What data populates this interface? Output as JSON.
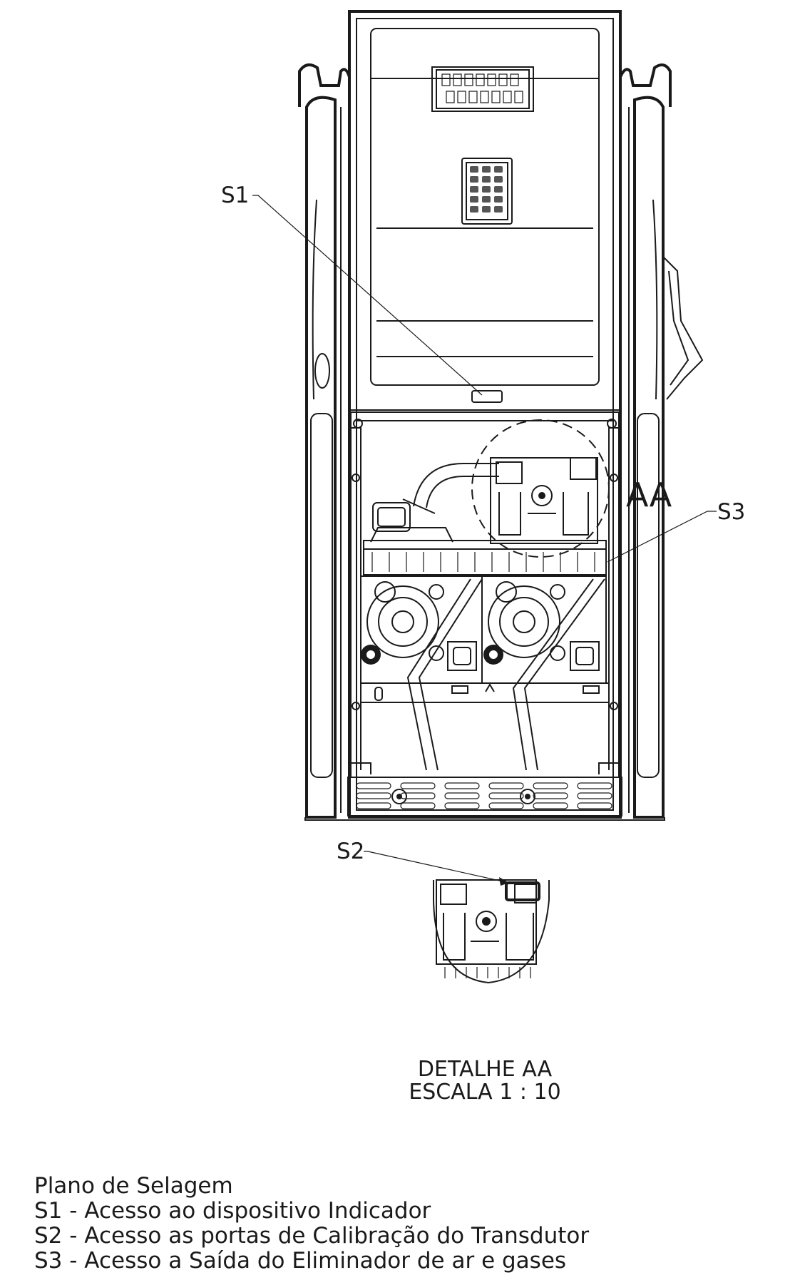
{
  "callouts": {
    "s1": "S1",
    "s2": "S2",
    "s3": "S3",
    "detail_marker": "AA"
  },
  "detail": {
    "title": "DETALHE AA",
    "scale": "ESCALA 1 : 10"
  },
  "legend": {
    "title": "Plano de Selagem",
    "items": [
      "S1 - Acesso ao dispositivo Indicador",
      "S2 - Acesso as portas de Calibração do Transdutor",
      "S3 - Acesso a Saída do Eliminador de ar e gases"
    ]
  }
}
